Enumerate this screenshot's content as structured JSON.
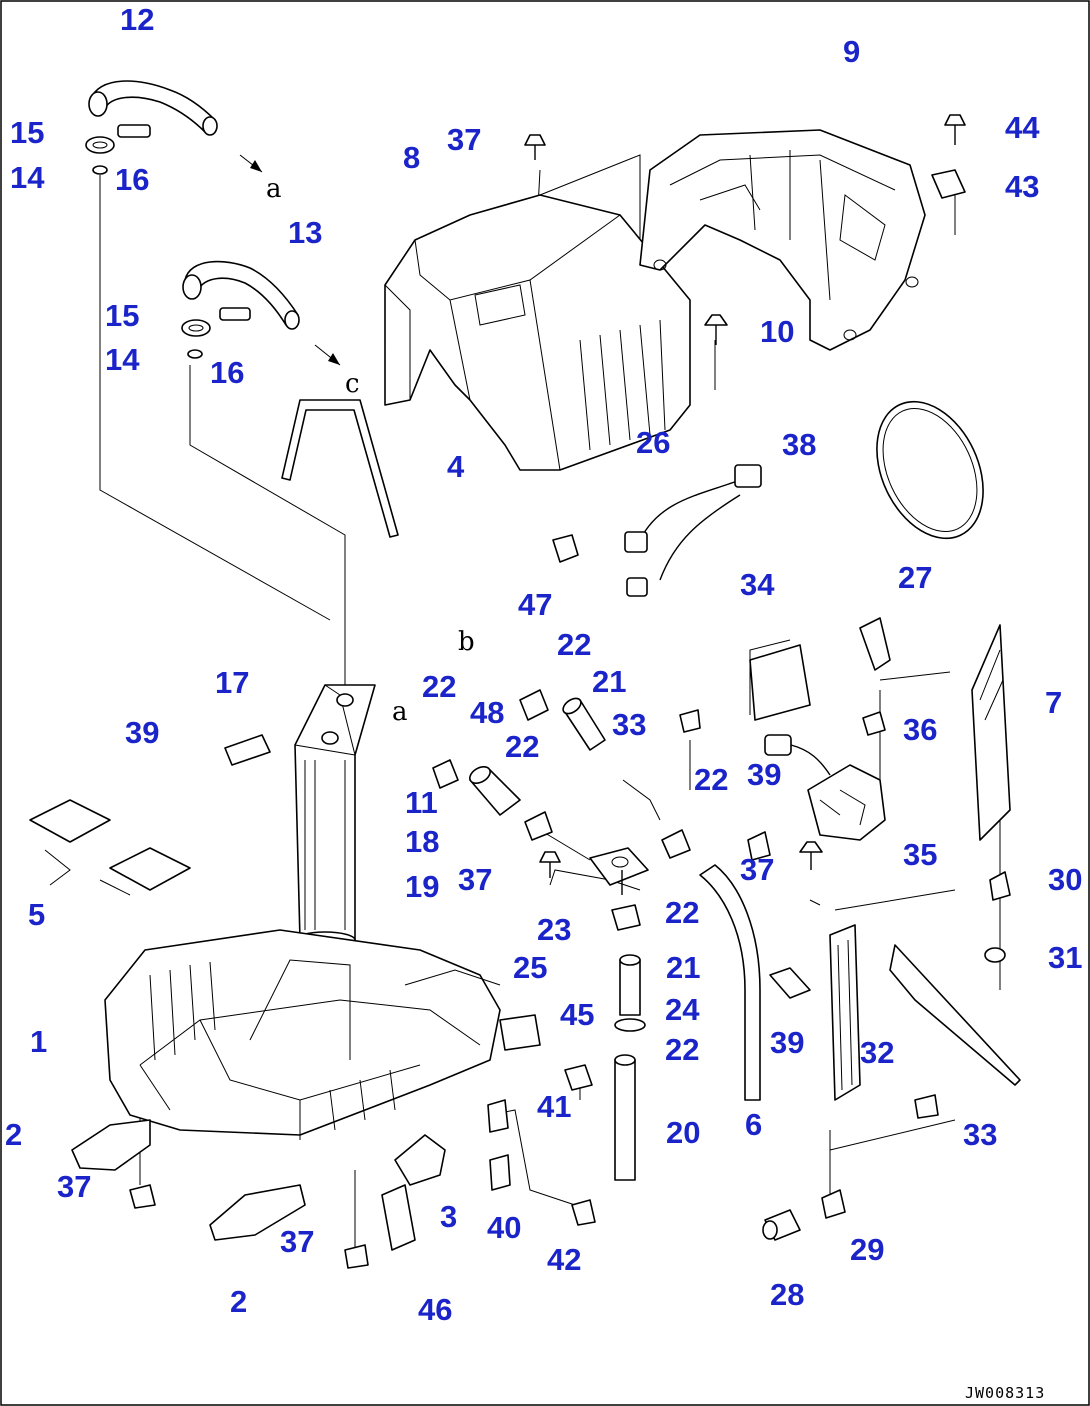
{
  "drawing_code": "JW008313",
  "ref_letters": [
    "a",
    "a",
    "b",
    "c"
  ],
  "callouts": [
    "12",
    "15",
    "16",
    "14",
    "13",
    "15",
    "16",
    "14",
    "8",
    "37",
    "9",
    "44",
    "43",
    "10",
    "4",
    "38",
    "26",
    "47",
    "34",
    "27",
    "22",
    "21",
    "17",
    "22",
    "48",
    "33",
    "7",
    "39",
    "22",
    "36",
    "22",
    "39",
    "11",
    "18",
    "37",
    "37",
    "19",
    "35",
    "30",
    "5",
    "23",
    "22",
    "31",
    "21",
    "25",
    "1",
    "45",
    "24",
    "22",
    "39",
    "32",
    "41",
    "20",
    "2",
    "6",
    "33",
    "37",
    "3",
    "40",
    "29",
    "37",
    "42",
    "2",
    "46",
    "28"
  ],
  "colors": {
    "callout": "#1a24c8",
    "line": "#000000",
    "background": "#ffffff"
  }
}
